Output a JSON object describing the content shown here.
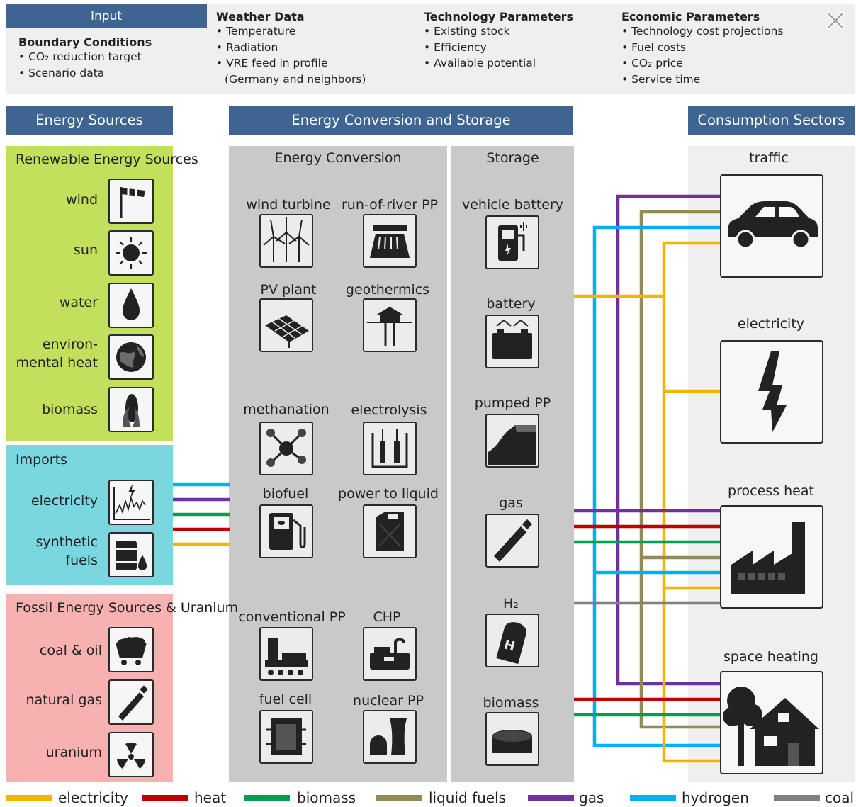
{
  "input": {
    "tab": "Input",
    "boundary": {
      "title": "Boundary Conditions",
      "items": [
        "CO₂ reduction  target",
        "Scenario data"
      ]
    },
    "weather": {
      "title": "Weather Data",
      "items": [
        "Temperature",
        "Radiation",
        "VRE  feed in profile",
        "(Germany and neighbors)"
      ]
    },
    "technology": {
      "title": "Technology Parameters",
      "items": [
        "Existing stock",
        "Efficiency",
        "Available potential"
      ]
    },
    "economic": {
      "title": "Economic Parameters",
      "items": [
        "Technology  cost projections",
        "Fuel costs",
        "CO₂ price",
        "Service time"
      ]
    }
  },
  "headers": {
    "sources": "Energy Sources",
    "conversion_storage": "Energy Conversion and Storage",
    "consumption": "Consumption Sectors"
  },
  "sources": {
    "renewable": {
      "title": "Renewable Energy Sources",
      "items": [
        "wind",
        "sun",
        "water",
        "environ-",
        "mental heat",
        "biomass"
      ]
    },
    "imports": {
      "title": "Imports",
      "items": [
        "electricity",
        "synthetic",
        "fuels"
      ]
    },
    "fossil": {
      "title": "Fossil Energy Sources & Uranium",
      "items": [
        "coal & oil",
        "natural gas",
        "uranium"
      ]
    }
  },
  "conversion": {
    "title": "Energy Conversion",
    "items": [
      "wind turbine",
      "run-of-river  PP",
      "PV plant",
      "geothermics",
      "methanation",
      "electrolysis",
      "biofuel",
      "power to liquid",
      "conventional PP",
      "CHP",
      "fuel cell",
      "nuclear PP"
    ]
  },
  "storage": {
    "title": "Storage",
    "items": [
      "vehicle battery",
      "battery",
      "pumped PP",
      "gas",
      "H₂",
      "biomass"
    ]
  },
  "consumption": {
    "items": [
      "traffic",
      "electricity",
      "process heat",
      "space heating"
    ]
  },
  "legend": [
    {
      "label": "electricity",
      "color": "#f5b400"
    },
    {
      "label": "heat",
      "color": "#c00000"
    },
    {
      "label": "biomass",
      "color": "#00a050"
    },
    {
      "label": "liquid fuels",
      "color": "#948a54"
    },
    {
      "label": "gas",
      "color": "#7030a0"
    },
    {
      "label": "hydrogen",
      "color": "#00b0f0"
    },
    {
      "label": "coal",
      "color": "#7f7f7f"
    }
  ],
  "colors": {
    "header_blue": "#3e6591",
    "renewable_bg": "#c3e05c",
    "imports_bg": "#7ad7e0",
    "fossil_bg": "#f7b1b1",
    "panel_gray": "#c9c9c9",
    "consumption_bg": "#efefef"
  }
}
